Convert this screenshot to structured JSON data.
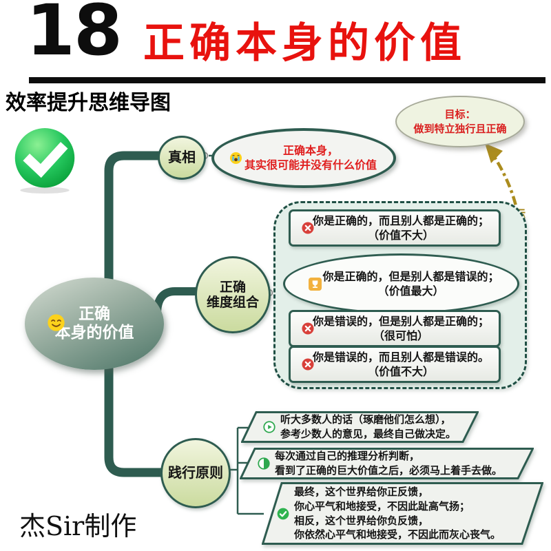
{
  "header": {
    "number": "18",
    "title": "正确本身的价值",
    "subtitle": "效率提升思维导图"
  },
  "credit": "杰Sir制作",
  "colors": {
    "branch_green": "#2e5c50",
    "title_red": "#e8120e",
    "warning_red": "#e01e1e",
    "gold": "#a8891c",
    "cloud_fill": "#e3efe9",
    "node_fill": "#d9e5b4"
  },
  "icons": {
    "badge": "green-checkmark",
    "center": "smiling-face-emoji",
    "truth_bubble": "loudly-crying-face-emoji",
    "combo_negative": "red-cross-mark",
    "combo_best": "gold-trophy",
    "practice_1": "play-circle",
    "practice_2": "half-progress-circle",
    "practice_3": "green-check-circle"
  },
  "center": {
    "line1": "正确",
    "line2": "本身的价值"
  },
  "goal": {
    "line1": "目标：",
    "line2": "做到特立独行且正确",
    "pointer_label": "目标"
  },
  "truth": {
    "label": "真相",
    "bubble_line1": "正确本身，",
    "bubble_line2": "其实很可能并没有什么价值"
  },
  "combos": {
    "label_line1": "正确",
    "label_line2": "维度组合",
    "items": [
      {
        "line1": "你是正确的，而且别人都是正确的；",
        "line2": "（价值不大）"
      },
      {
        "line1": "你是正确的，但是别人都是错误的；",
        "line2": "（价值最大）"
      },
      {
        "line1": "你是错误的，但是别人都是正确的；",
        "line2": "（很可怕）"
      },
      {
        "line1": "你是错误的，而且别人都是错误的。",
        "line2": "（价值不大）"
      }
    ]
  },
  "practice": {
    "label": "践行原则",
    "items": [
      {
        "lines": [
          "听大多数人的话（琢磨他们怎么想），",
          "参考少数人的意见，最终自己做决定。"
        ]
      },
      {
        "lines": [
          "每次通过自己的推理分析判断，",
          "看到了正确的巨大价值之后，必须马上着手去做。"
        ]
      },
      {
        "lines": [
          "最终，这个世界给你正反馈，",
          "你心平气和地接受，不因此趾高气扬；",
          "相反，这个世界给你负反馈，",
          "你依然心平气和地接受，不因此而灰心丧气。"
        ]
      }
    ]
  }
}
